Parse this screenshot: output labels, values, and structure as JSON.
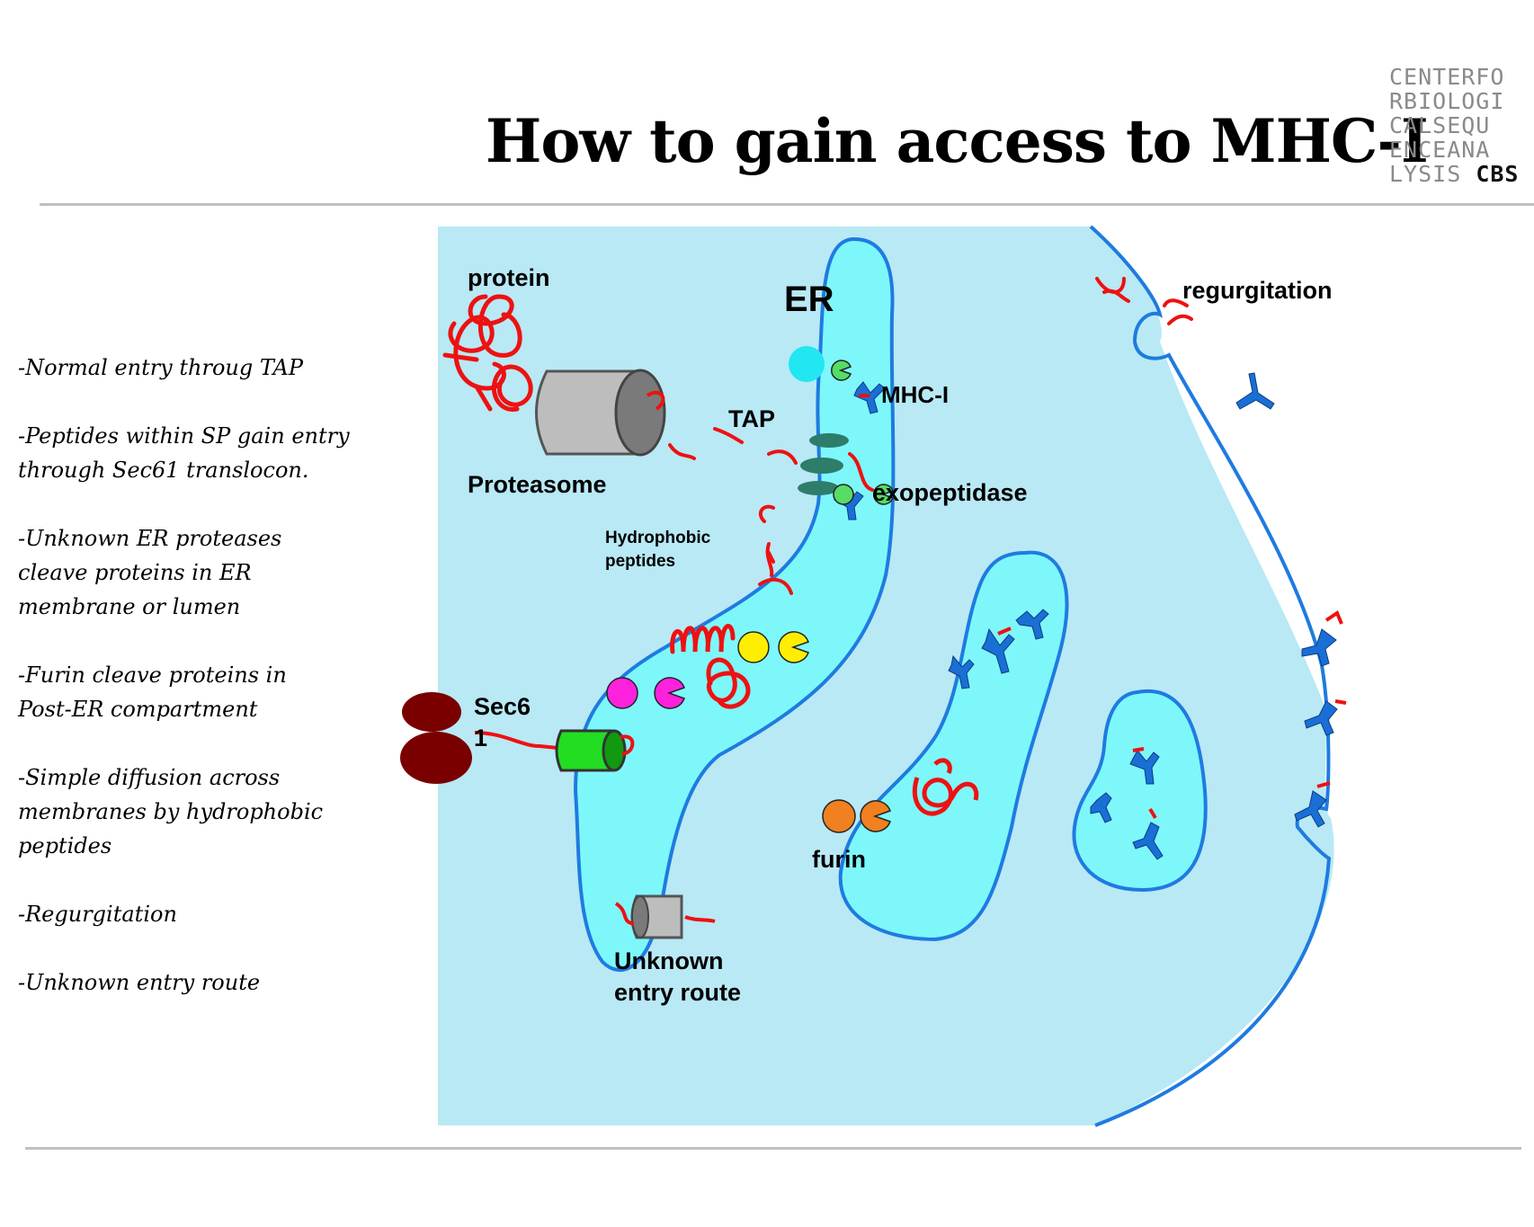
{
  "title": "How to gain access to MHC-I",
  "logo": {
    "lines": [
      "CENTERFO",
      "RBIOLOGI",
      "CALSEQU",
      "ENCEANA",
      "LYSIS "
    ],
    "bold": "CBS"
  },
  "bullets": [
    "-Normal entry throug TAP",
    "-Peptides within SP gain entry\n through Sec61 translocon.",
    "-Unknown ER  proteases\n cleave proteins in ER\n membrane or lumen",
    "-Furin cleave proteins in\n Post-ER compartment",
    "-Simple diffusion across\n membranes by hydrophobic\n peptides",
    "-Regurgitation",
    "-Unknown entry route"
  ],
  "labels": {
    "protein": "protein",
    "er": "ER",
    "regurgitation": "regurgitation",
    "mhc": "MHC-I",
    "tap": "TAP",
    "proteasome": "Proteasome",
    "exopeptidase": "exopeptidase",
    "hydrophobic_1": "Hydrophobic",
    "hydrophobic_2": "peptides",
    "sec61_1": "Sec6",
    "sec61_2": "1",
    "furin": "furin",
    "unknown_1": "Unknown",
    "unknown_2": "entry route"
  },
  "colors": {
    "cytoplasm": "#b8e9f5",
    "organelle": "#7ef7fb",
    "membrane": "#1f7be0",
    "peptide": "#ee1111",
    "mhc": "#1a6fd6",
    "sec61_ribosome": "#7a0000",
    "translocon": "#22dd22",
    "proteasome": "#bdbdbd",
    "tap": "#2e7d6a",
    "protease_magenta": "#ff22dd",
    "protease_yellow": "#ffee00",
    "protease_green": "#55dd66",
    "furin": "#f08020",
    "vesicle_cyan": "#22e6f2"
  },
  "icons": [
    "proteasome-icon",
    "tap-transporter-icon",
    "mhc-molecule-icon",
    "sec61-ribosome-icon",
    "translocon-icon",
    "protease-pacman-icon",
    "peptide-chain-icon"
  ]
}
